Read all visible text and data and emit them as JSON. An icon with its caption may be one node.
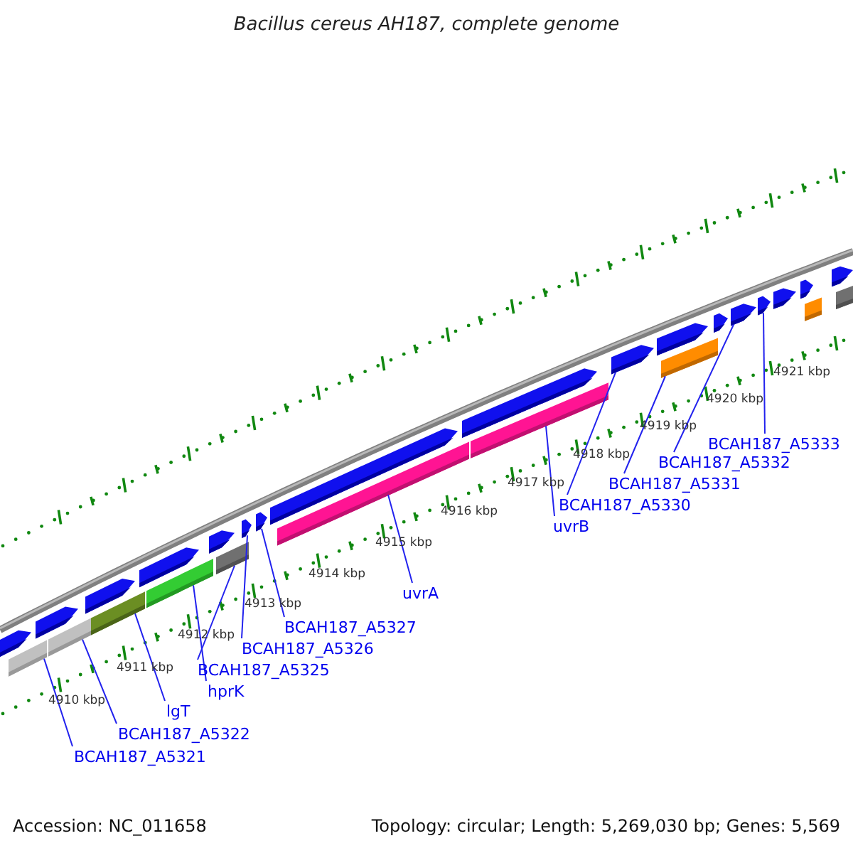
{
  "diagram": {
    "title": "Bacillus cereus AH187, complete genome",
    "nodes": [
      {
        "text": [
          "BCAH187_A5321"
        ]
      },
      {
        "text": [
          "BCAH187_A5322"
        ]
      },
      {
        "text": [
          "lgT"
        ]
      },
      {
        "text": [
          "hprK"
        ]
      },
      {
        "text": [
          "BCAH187_A5325"
        ]
      },
      {
        "text": [
          "BCAH187_A5326"
        ]
      },
      {
        "text": [
          "BCAH187_A5327"
        ]
      },
      {
        "text": [
          "uvrA"
        ]
      },
      {
        "text": [
          "uvrB"
        ]
      },
      {
        "text": [
          "BCAH187_A5330"
        ]
      },
      {
        "text": [
          "BCAH187_A5331"
        ]
      },
      {
        "text": [
          "BCAH187_A5332"
        ]
      },
      {
        "text": [
          "BCAH187_A5333"
        ]
      },
      {
        "text": [],
        "shape": "arrow"
      },
      {
        "text": [],
        "shape": "bar"
      },
      {
        "text": [],
        "shape": "arrow"
      },
      {
        "text": [],
        "shape": "bar"
      },
      {
        "text": [],
        "shape": "arrow"
      },
      {
        "text": [],
        "shape": "bar"
      },
      {
        "text": [],
        "shape": "arrow"
      },
      {
        "text": [],
        "shape": "bar"
      },
      {
        "text": [],
        "shape": "arrow"
      },
      {
        "text": [],
        "shape": "bar"
      },
      {
        "text": [],
        "shape": "arrow"
      },
      {
        "text": [],
        "shape": "arrow"
      },
      {
        "text": [],
        "shape": "arrow"
      },
      {
        "text": [],
        "shape": "bar"
      },
      {
        "text": [],
        "shape": "arrow"
      },
      {
        "text": [],
        "shape": "bar"
      },
      {
        "text": [],
        "shape": "arrow"
      },
      {
        "text": [],
        "shape": "arrow"
      },
      {
        "text": [],
        "shape": "bar"
      },
      {
        "text": [],
        "shape": "arrow"
      },
      {
        "text": [],
        "shape": "arrow"
      },
      {
        "text": [],
        "shape": "arrow"
      },
      {
        "text": [],
        "shape": "arrow"
      },
      {
        "text": [],
        "shape": "arrow"
      },
      {
        "text": [],
        "shape": "bar"
      },
      {
        "text": [],
        "shape": "arrow"
      },
      {
        "text": [],
        "shape": "bar"
      }
    ],
    "edges": [
      {
        "from": 0,
        "to": 14,
        "arrow": "none"
      },
      {
        "from": 1,
        "to": 16,
        "arrow": "none"
      },
      {
        "from": 2,
        "to": 18,
        "arrow": "none"
      },
      {
        "from": 3,
        "to": 20,
        "arrow": "none"
      },
      {
        "from": 4,
        "to": 22,
        "arrow": "none"
      },
      {
        "from": 5,
        "to": 23,
        "arrow": "none"
      },
      {
        "from": 6,
        "to": 24,
        "arrow": "none"
      },
      {
        "from": 7,
        "to": 26,
        "arrow": "none"
      },
      {
        "from": 8,
        "to": 28,
        "arrow": "none"
      },
      {
        "from": 9,
        "to": 29,
        "arrow": "none"
      },
      {
        "from": 10,
        "to": 31,
        "arrow": "none"
      },
      {
        "from": 11,
        "to": 33,
        "arrow": "none"
      },
      {
        "from": 12,
        "to": 34,
        "arrow": "none"
      }
    ],
    "labels": [
      "4910 kbp",
      "4911 kbp",
      "4912 kbp",
      "4913 kbp",
      "4914 kbp",
      "4915 kbp",
      "4916 kbp",
      "4917 kbp",
      "4918 kbp",
      "4919 kbp",
      "4920 kbp",
      "4921 kbp",
      "Accession: NC_011658",
      "Topology: circular; Length: 5,269,030 bp; Genes: 5,569"
    ]
  }
}
